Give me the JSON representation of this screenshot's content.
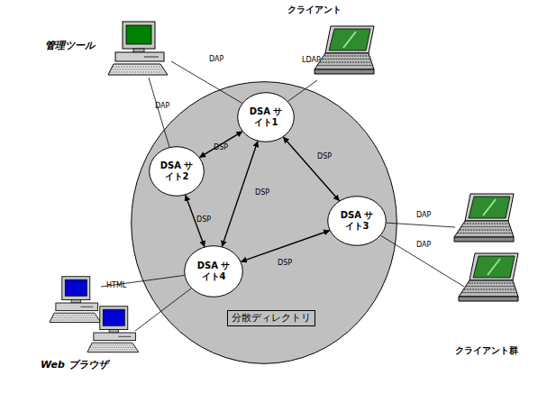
{
  "diagram": {
    "nodes": [
      {
        "text": [
          "管理ツール"
        ]
      },
      {
        "text": [
          "クライアント"
        ]
      },
      {
        "text": [
          "分散ディレクトリ"
        ]
      },
      {
        "text": [
          "DSA サイト1"
        ],
        "in": 2
      },
      {
        "text": [
          "DSA サイト2"
        ],
        "in": 2
      },
      {
        "text": [
          "DSA サイト3"
        ],
        "in": 2
      },
      {
        "text": [
          "DSA サイト4"
        ],
        "in": 2
      },
      {
        "text": [
          "クライアント群"
        ]
      },
      {
        "text": [
          "Web ブラウザ"
        ]
      }
    ],
    "edges": [
      {
        "from": 0,
        "to": 3,
        "label": "DAP",
        "arrow": "none"
      },
      {
        "from": 0,
        "to": 4,
        "label": "DAP",
        "arrow": "none"
      },
      {
        "from": 1,
        "to": 3,
        "label": "LDAP",
        "arrow": "none"
      },
      {
        "from": 3,
        "to": 4,
        "label": "DSP",
        "arrow": "both"
      },
      {
        "from": 3,
        "to": 5,
        "label": "DSP",
        "arrow": "both"
      },
      {
        "from": 3,
        "to": 6,
        "label": "DSP",
        "arrow": "both"
      },
      {
        "from": 4,
        "to": 6,
        "label": "DSP",
        "arrow": "both"
      },
      {
        "from": 6,
        "to": 5,
        "label": "DSP",
        "arrow": "both"
      },
      {
        "from": 5,
        "to": 7,
        "label": "DAP",
        "arrow": "none"
      },
      {
        "from": 5,
        "to": 7,
        "label": "DAP",
        "arrow": "none"
      },
      {
        "from": 6,
        "to": 8,
        "label": "HTML",
        "arrow": "none"
      },
      {
        "from": 6,
        "to": 8,
        "arrow": "none"
      }
    ]
  }
}
